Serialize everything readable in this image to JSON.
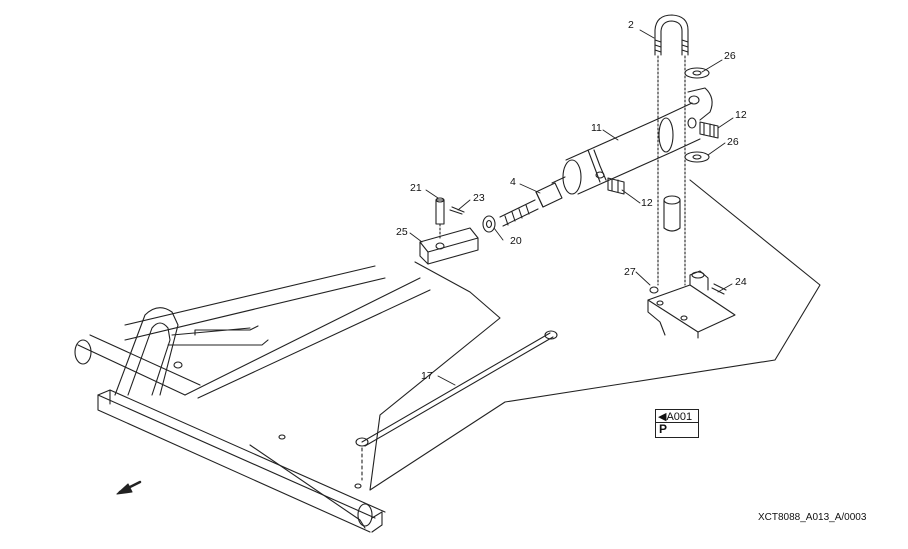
{
  "drawing": {
    "callouts": {
      "c2": "2",
      "c26a": "26",
      "c12a": "12",
      "c11": "11",
      "c26b": "26",
      "c4": "4",
      "c12b": "12",
      "c21": "21",
      "c23": "23",
      "c25": "25",
      "c20": "20",
      "c27": "27",
      "c24": "24",
      "c17": "17"
    },
    "reference_box": {
      "code": "◀A001",
      "letter": "P"
    },
    "drawing_id": "XCT8088_A013_A/0003"
  }
}
